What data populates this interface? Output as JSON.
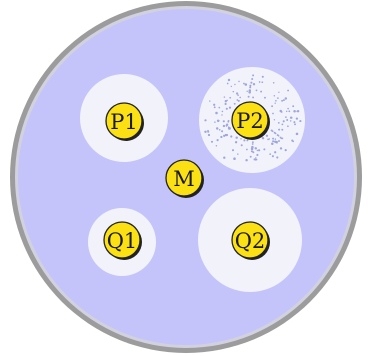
{
  "figure": {
    "colors": {
      "plate_rim": "#9c9c9c",
      "plate_rim_inner": "#d2d2df",
      "plate_medium": "#c4c4fa",
      "clear_zone": "#f2f2fb",
      "disk_fill": "#fbe114",
      "disk_edge": "#222222",
      "colony_dot": "#9fa6d9"
    },
    "disks": [
      {
        "id": "p1",
        "label": "P1",
        "zone": "clear"
      },
      {
        "id": "p2",
        "label": "P2",
        "zone": "clear-with-colonies"
      },
      {
        "id": "m",
        "label": "M",
        "zone": "none"
      },
      {
        "id": "q1",
        "label": "Q1",
        "zone": "clear"
      },
      {
        "id": "q2",
        "label": "Q2",
        "zone": "clear"
      }
    ]
  }
}
